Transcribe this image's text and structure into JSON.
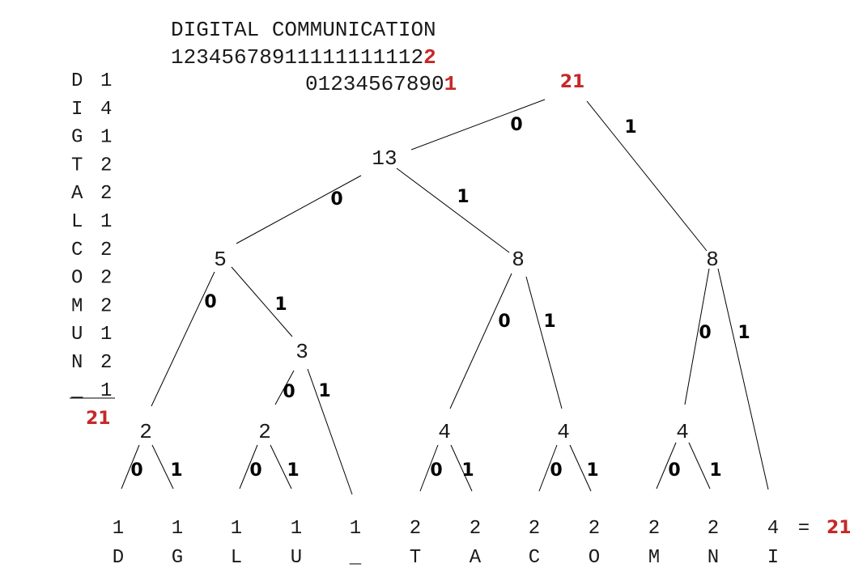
{
  "header": {
    "title": "DIGITAL COMMUNICATION",
    "index_row1": "12345678911111111112",
    "index_row1_last": "2",
    "index_row2": "01234567890",
    "index_row2_last": "1"
  },
  "frequency_table": [
    {
      "symbol": "D",
      "count": "1"
    },
    {
      "symbol": "I",
      "count": "4"
    },
    {
      "symbol": "G",
      "count": "1"
    },
    {
      "symbol": "T",
      "count": "2"
    },
    {
      "symbol": "A",
      "count": "2"
    },
    {
      "symbol": "L",
      "count": "1"
    },
    {
      "symbol": "C",
      "count": "2"
    },
    {
      "symbol": "O",
      "count": "2"
    },
    {
      "symbol": "M",
      "count": "2"
    },
    {
      "symbol": "U",
      "count": "1"
    },
    {
      "symbol": "N",
      "count": "2"
    },
    {
      "symbol": "_",
      "count": "1"
    }
  ],
  "frequency_total": "21",
  "tree": {
    "root": "21",
    "nodes": {
      "n13": "13",
      "n8r": "8",
      "n5": "5",
      "n8m": "8",
      "n3": "3",
      "n2a": "2",
      "n2b": "2",
      "n4a": "4",
      "n4b": "4",
      "n4c": "4"
    },
    "leaves": [
      {
        "count": "1",
        "symbol": "D"
      },
      {
        "count": "1",
        "symbol": "G"
      },
      {
        "count": "1",
        "symbol": "L"
      },
      {
        "count": "1",
        "symbol": "U"
      },
      {
        "count": "1",
        "symbol": "_"
      },
      {
        "count": "2",
        "symbol": "T"
      },
      {
        "count": "2",
        "symbol": "A"
      },
      {
        "count": "2",
        "symbol": "C"
      },
      {
        "count": "2",
        "symbol": "O"
      },
      {
        "count": "2",
        "symbol": "M"
      },
      {
        "count": "2",
        "symbol": "N"
      },
      {
        "count": "4",
        "symbol": "I"
      }
    ],
    "bit_zero": "0",
    "bit_one": "1",
    "equals": "=",
    "leaf_total": "21"
  },
  "colors": {
    "accent": "#c62828",
    "ink": "#000000"
  }
}
